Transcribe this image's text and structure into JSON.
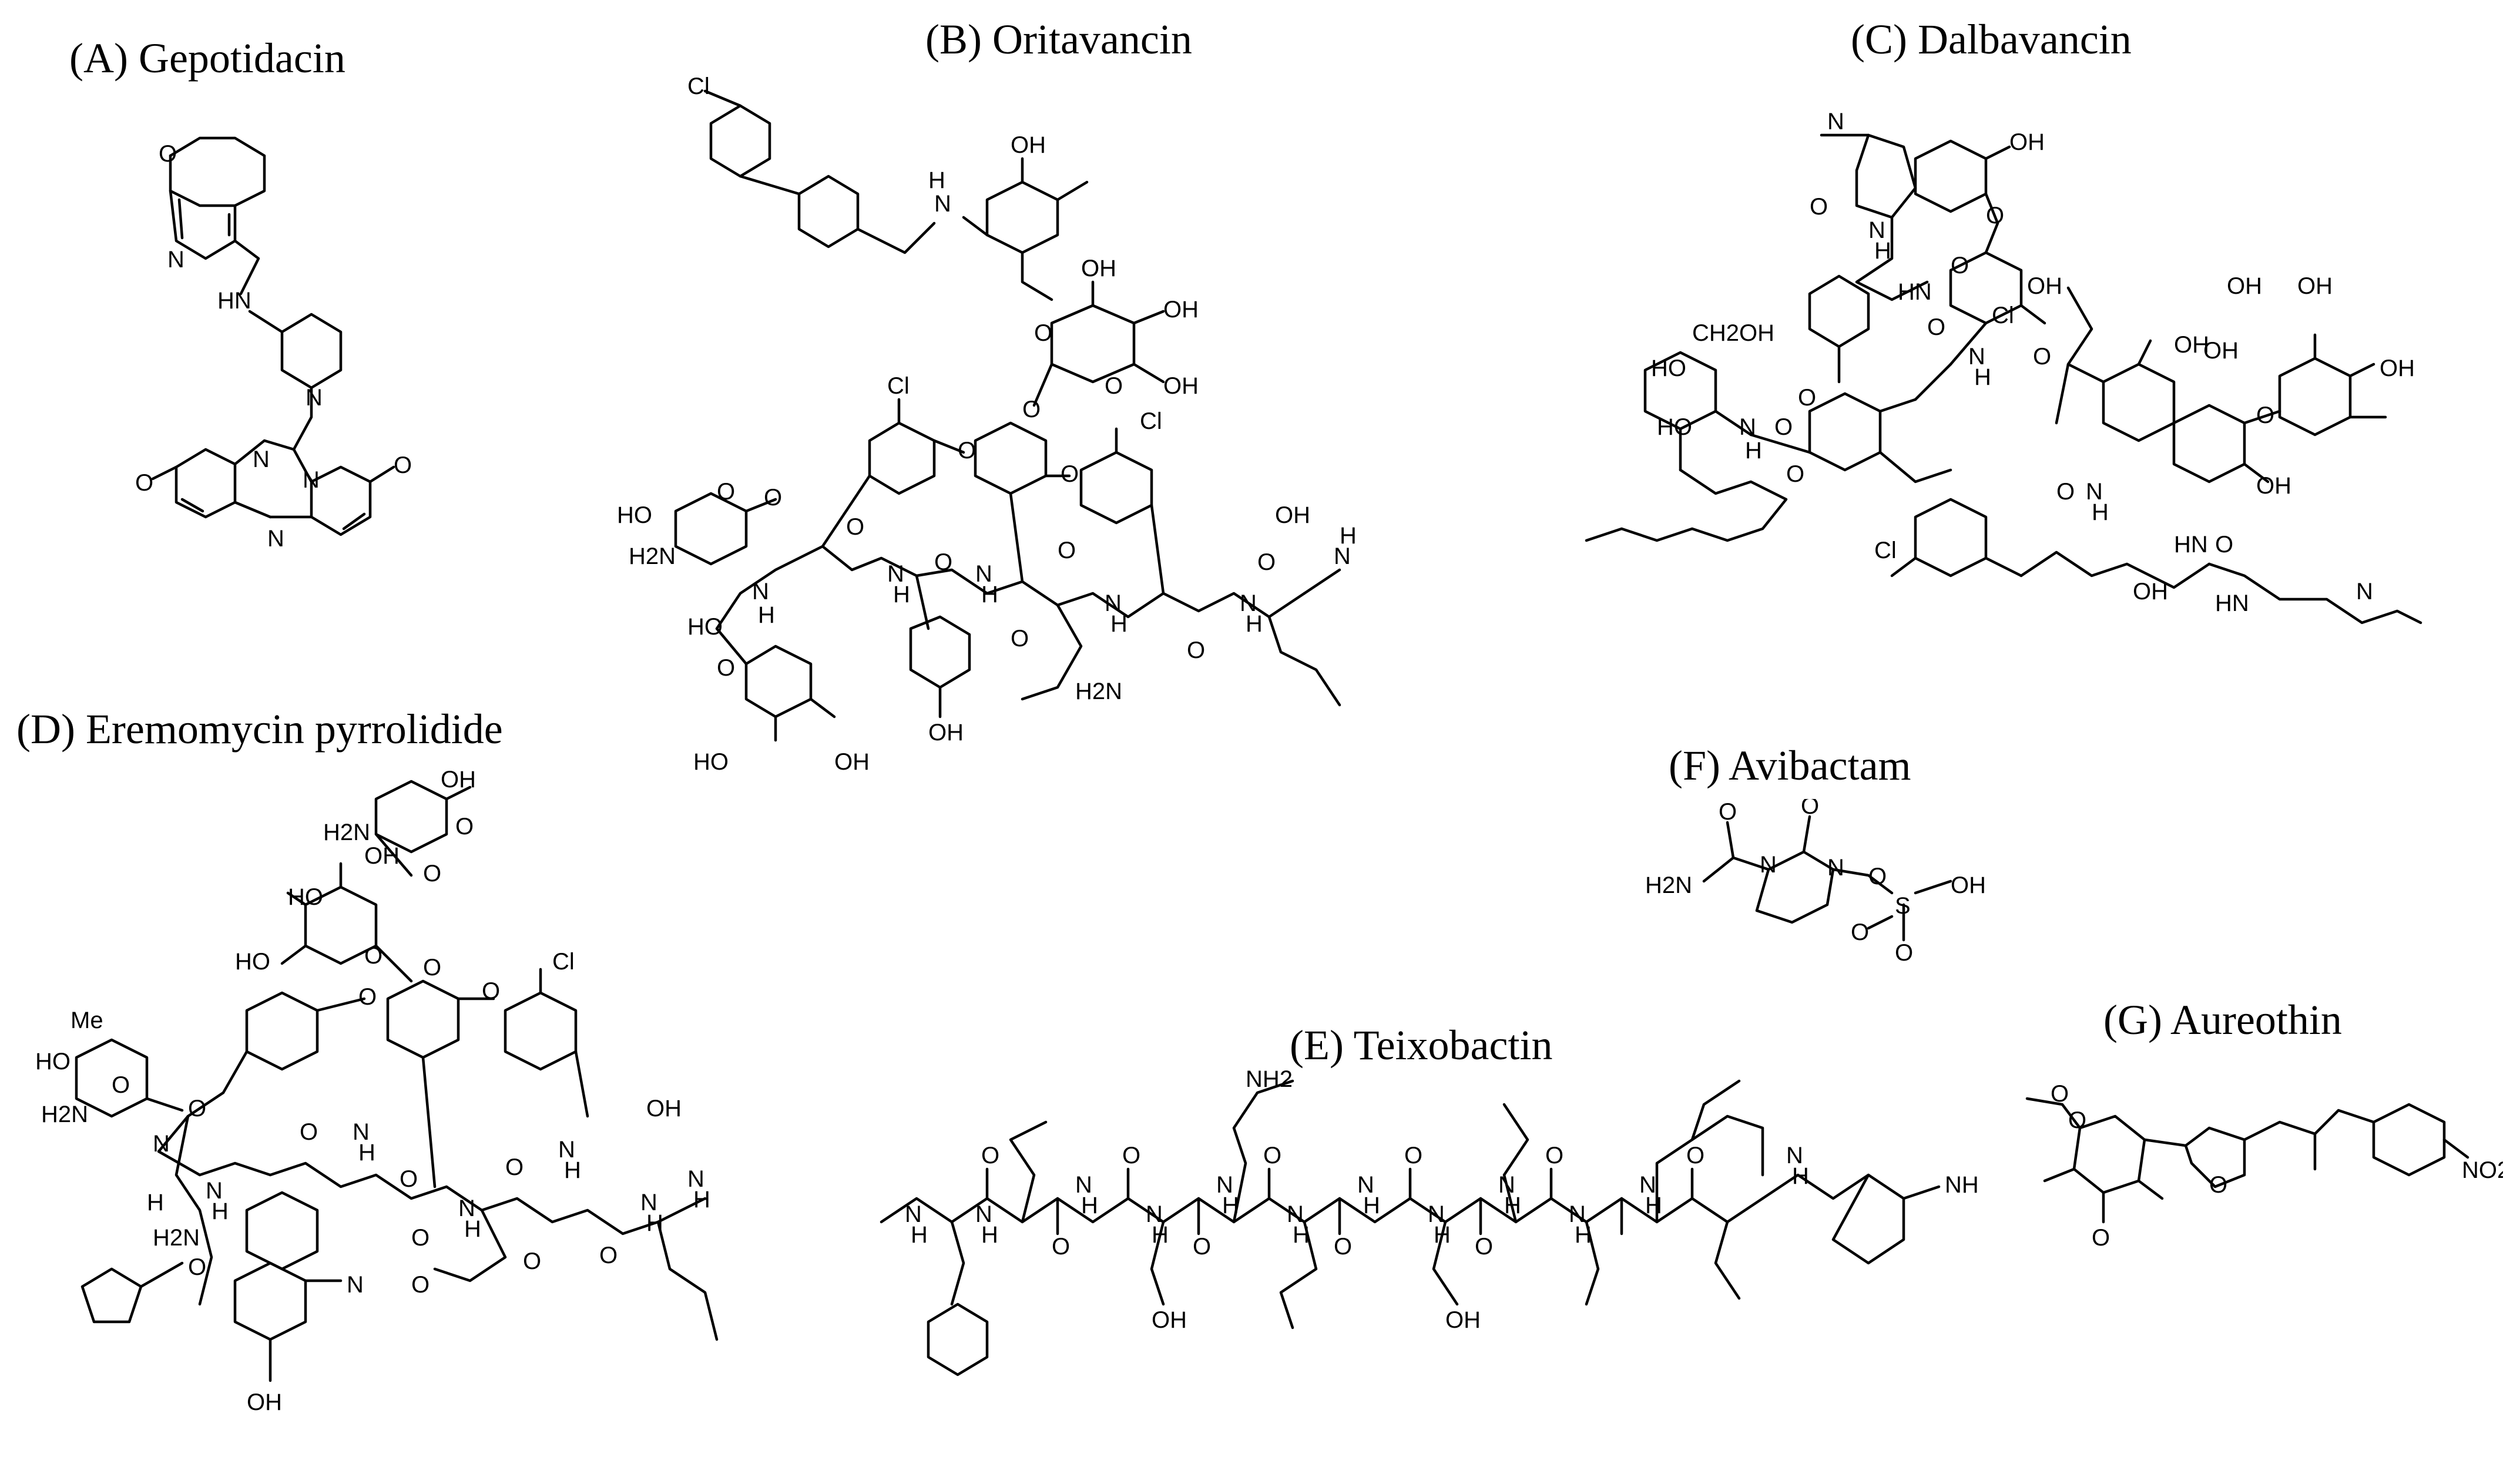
{
  "panels": {
    "A": {
      "title": "(A) Gepotidacin",
      "atoms": [
        "O",
        "N",
        "HN",
        "N",
        "O",
        "N",
        "N",
        "O",
        "N"
      ]
    },
    "B": {
      "title": "(B) Oritavancin",
      "atoms": [
        "Cl",
        "N",
        "H",
        "OH",
        "O",
        "O",
        "OH",
        "OH",
        "OH",
        "O",
        "O",
        "Cl",
        "O",
        "O",
        "O",
        "O",
        "HO",
        "H2N",
        "Cl",
        "OH",
        "N",
        "H",
        "N",
        "H",
        "N",
        "H",
        "N",
        "H",
        "N",
        "H",
        "O",
        "O",
        "O",
        "O",
        "O",
        "O",
        "N",
        "H",
        "HO",
        "O",
        "H2N",
        "OH",
        "HO",
        "OH"
      ]
    },
    "C": {
      "title": "(C) Dalbavancin",
      "atoms": [
        "N",
        "OH",
        "O",
        "N",
        "H",
        "O",
        "O",
        "HN",
        "O",
        "OH",
        "Cl",
        "N",
        "H",
        "O",
        "OH",
        "OH",
        "OH",
        "OH",
        "CH2OH",
        "HO",
        "HO",
        "O",
        "O",
        "O",
        "N",
        "H",
        "OH",
        "OH",
        "O",
        "Cl",
        "N",
        "H",
        "HN",
        "OH",
        "O",
        "O",
        "HN",
        "N"
      ]
    },
    "D": {
      "title": "(D) Eremomycin pyrrolidide",
      "atoms": [
        "OH",
        "H2N",
        "O",
        "HO",
        "OH",
        "O",
        "O",
        "HO",
        "O",
        "O",
        "Cl",
        "Me",
        "HO",
        "H2N",
        "O",
        "O",
        "O",
        "OH",
        "N",
        "H",
        "O",
        "N",
        "H",
        "O",
        "N",
        "H",
        "O",
        "N",
        "H",
        "N",
        "H",
        "N",
        "H",
        "N",
        "H",
        "O",
        "O",
        "O",
        "H2N",
        "O",
        "O",
        "N",
        "OH",
        "HO"
      ]
    },
    "E": {
      "title": "(E) Teixobactin",
      "atoms": [
        "NH2",
        "O",
        "O",
        "O",
        "O",
        "O",
        "O",
        "O",
        "O",
        "O",
        "O",
        "N",
        "H",
        "N",
        "H",
        "N",
        "H",
        "N",
        "H",
        "N",
        "H",
        "N",
        "H",
        "N",
        "H",
        "N",
        "H",
        "N",
        "H",
        "N",
        "H",
        "N",
        "H",
        "OH",
        "OH",
        "N",
        "H",
        "NH"
      ]
    },
    "F": {
      "title": "(F) Avibactam",
      "atoms": [
        "O",
        "O",
        "N",
        "N",
        "O",
        "S",
        "OH",
        "O",
        "O",
        "H2N"
      ]
    },
    "G": {
      "title": "(G) Aureothin",
      "atoms": [
        "O",
        "O",
        "O",
        "O",
        "NO2"
      ]
    }
  }
}
